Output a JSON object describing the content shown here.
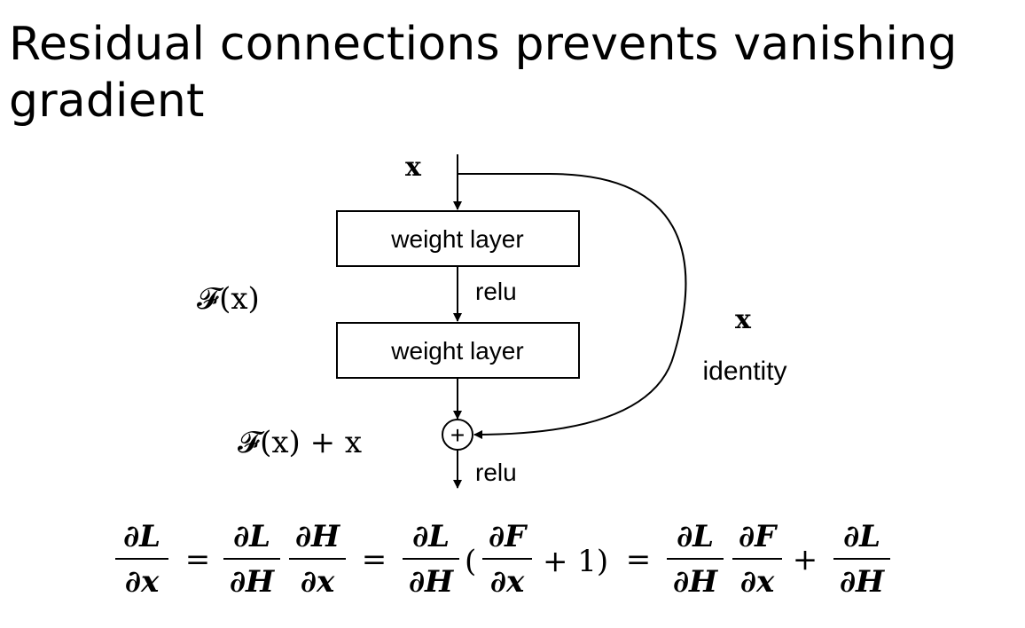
{
  "title": "Residual connections prevents vanishing gradient",
  "diagram": {
    "input_label": "x",
    "box_top_label": "weight layer",
    "box_bottom_label": "weight layer",
    "relu_mid_label": "relu",
    "relu_out_label": "relu",
    "fx_label": "𝓕(x)",
    "fx_plus_x_label": "𝓕(x) + x",
    "skip_x_label": "x",
    "identity_label": "identity",
    "plus_symbol": "+"
  },
  "equation": {
    "f1_num": "∂L",
    "f1_den": "∂x",
    "eq1": "=",
    "f2_num": "∂L",
    "f2_den": "∂H",
    "f3_num": "∂H",
    "f3_den": "∂x",
    "eq2": "=",
    "f4_num": "∂L",
    "f4_den": "∂H",
    "open_paren": "(",
    "f5_num": "∂F",
    "f5_den": "∂x",
    "plus_one": "+ 1)",
    "eq3": "=",
    "f6_num": "∂L",
    "f6_den": "∂H",
    "f7_num": "∂F",
    "f7_den": "∂x",
    "plus": "+",
    "f8_num": "∂L",
    "f8_den": "∂H"
  }
}
